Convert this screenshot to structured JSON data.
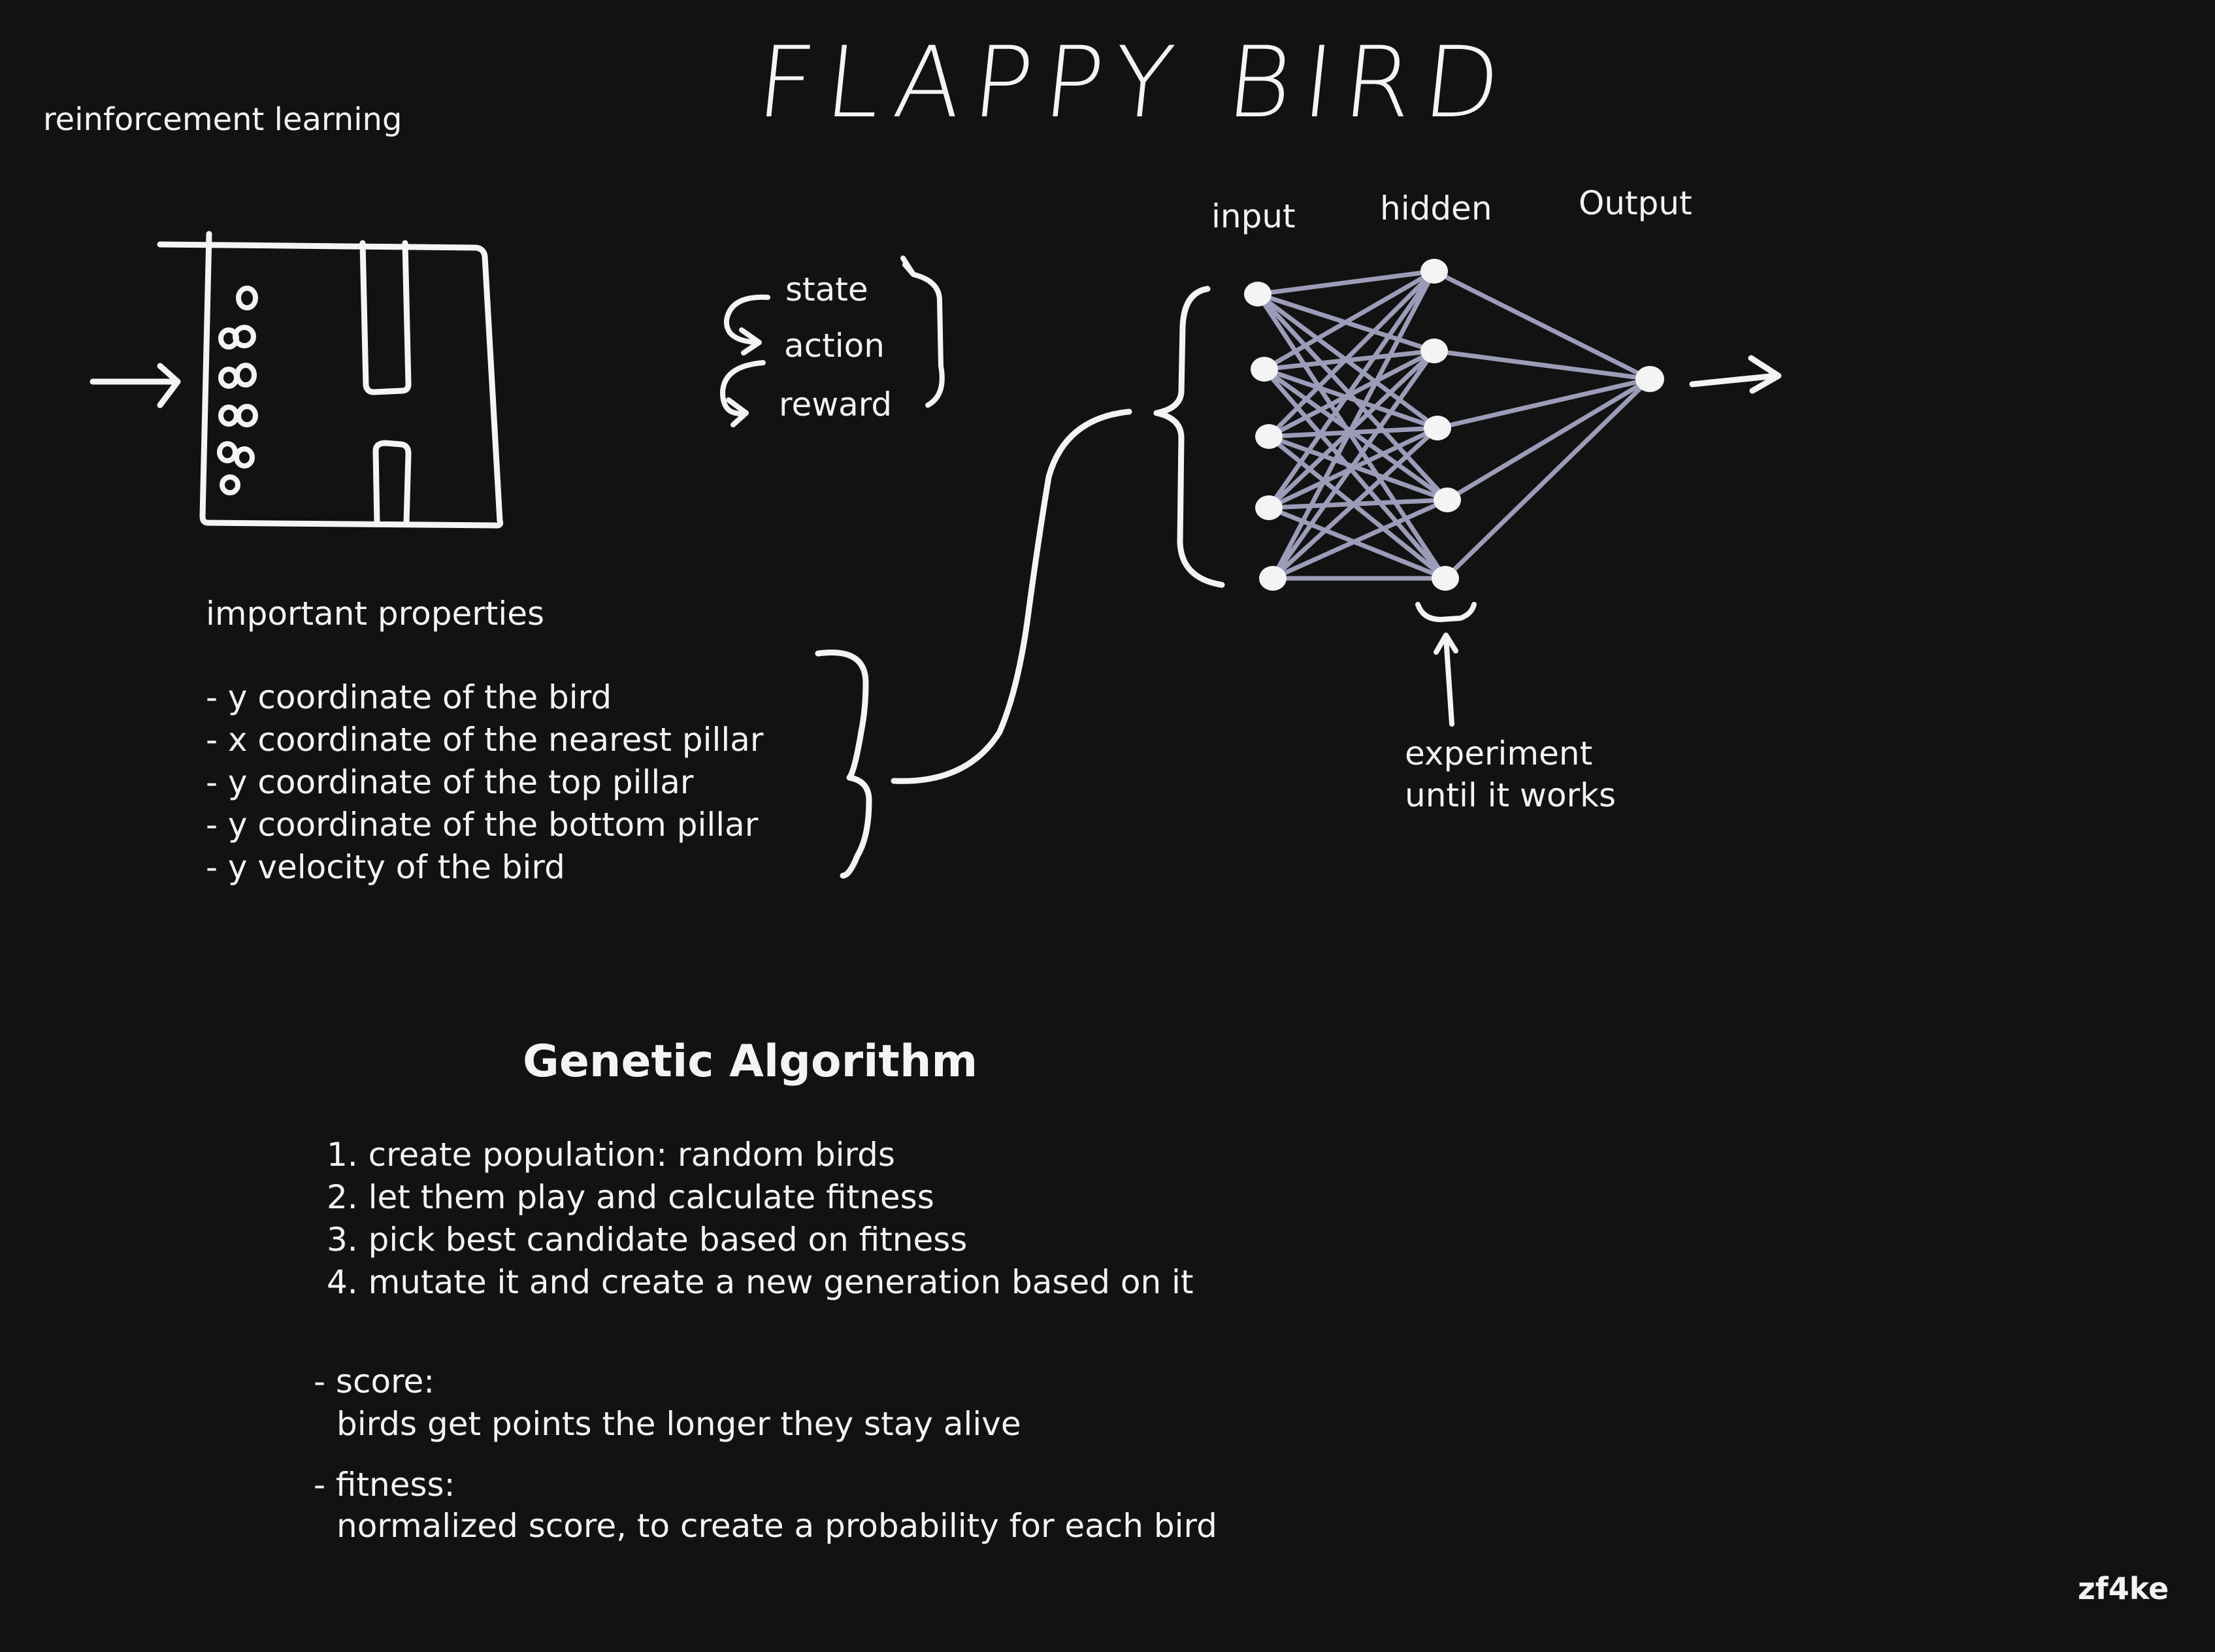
{
  "title": "FLAPPY BIRD",
  "subtitle": "reinforcement learning",
  "rl_cycle": {
    "state": "state",
    "action": "action",
    "reward": "reward"
  },
  "network": {
    "input_label": "input",
    "hidden_label": "hidden",
    "output_label": "Output",
    "note_line1": "experiment",
    "note_line2": "until it works"
  },
  "properties": {
    "heading": "important properties",
    "items": [
      "- y coordinate of the bird",
      "- x coordinate of the nearest pillar",
      "- y coordinate of the top pillar",
      "- y coordinate of the bottom pillar",
      "- y velocity of the bird"
    ]
  },
  "genetic": {
    "heading": "Genetic Algorithm",
    "steps": [
      "1. create population: random birds",
      "2. let them play and calculate fitness",
      "3. pick best candidate based on fitness",
      "4. mutate it and create a new generation based on it"
    ],
    "score_label": "- score:",
    "score_text": "birds get points the longer they stay alive",
    "fitness_label": "- fitness:",
    "fitness_text": "normalized score, to create a probability for each bird"
  },
  "signature": "zf4ke",
  "colors": {
    "background": "#121212",
    "ink": "#f4f4f4",
    "edge": "#9a9cb8"
  }
}
